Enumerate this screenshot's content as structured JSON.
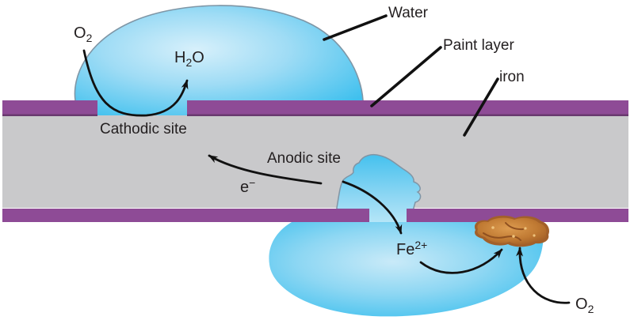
{
  "diagram": {
    "subject": "corrosion of painted iron",
    "labels": {
      "water": "Water",
      "paint_layer": "Paint layer",
      "iron": "iron",
      "cathodic_site": "Cathodic site",
      "anodic_site": "Anodic site",
      "o2_top": {
        "base": "O",
        "sub": "2"
      },
      "h2o": {
        "h": "H",
        "sub": "2",
        "o": "O"
      },
      "electron": {
        "base": "e",
        "sup": "−"
      },
      "fe_ion": {
        "base": "Fe",
        "sup": "2+"
      },
      "o2_bottom": {
        "base": "O",
        "sub": "2"
      }
    },
    "colors": {
      "paint": "#8e4b96",
      "paint_edge": "#693a6f",
      "iron": "#c9c9cb",
      "water_edge": "#3fc0ee",
      "water_center": "#d7f0fb",
      "water_outline": "#7f96a6",
      "rust_dark": "#a2602a",
      "rust_light": "#cd8840",
      "arrow": "#111111",
      "text": "#231f20"
    }
  }
}
